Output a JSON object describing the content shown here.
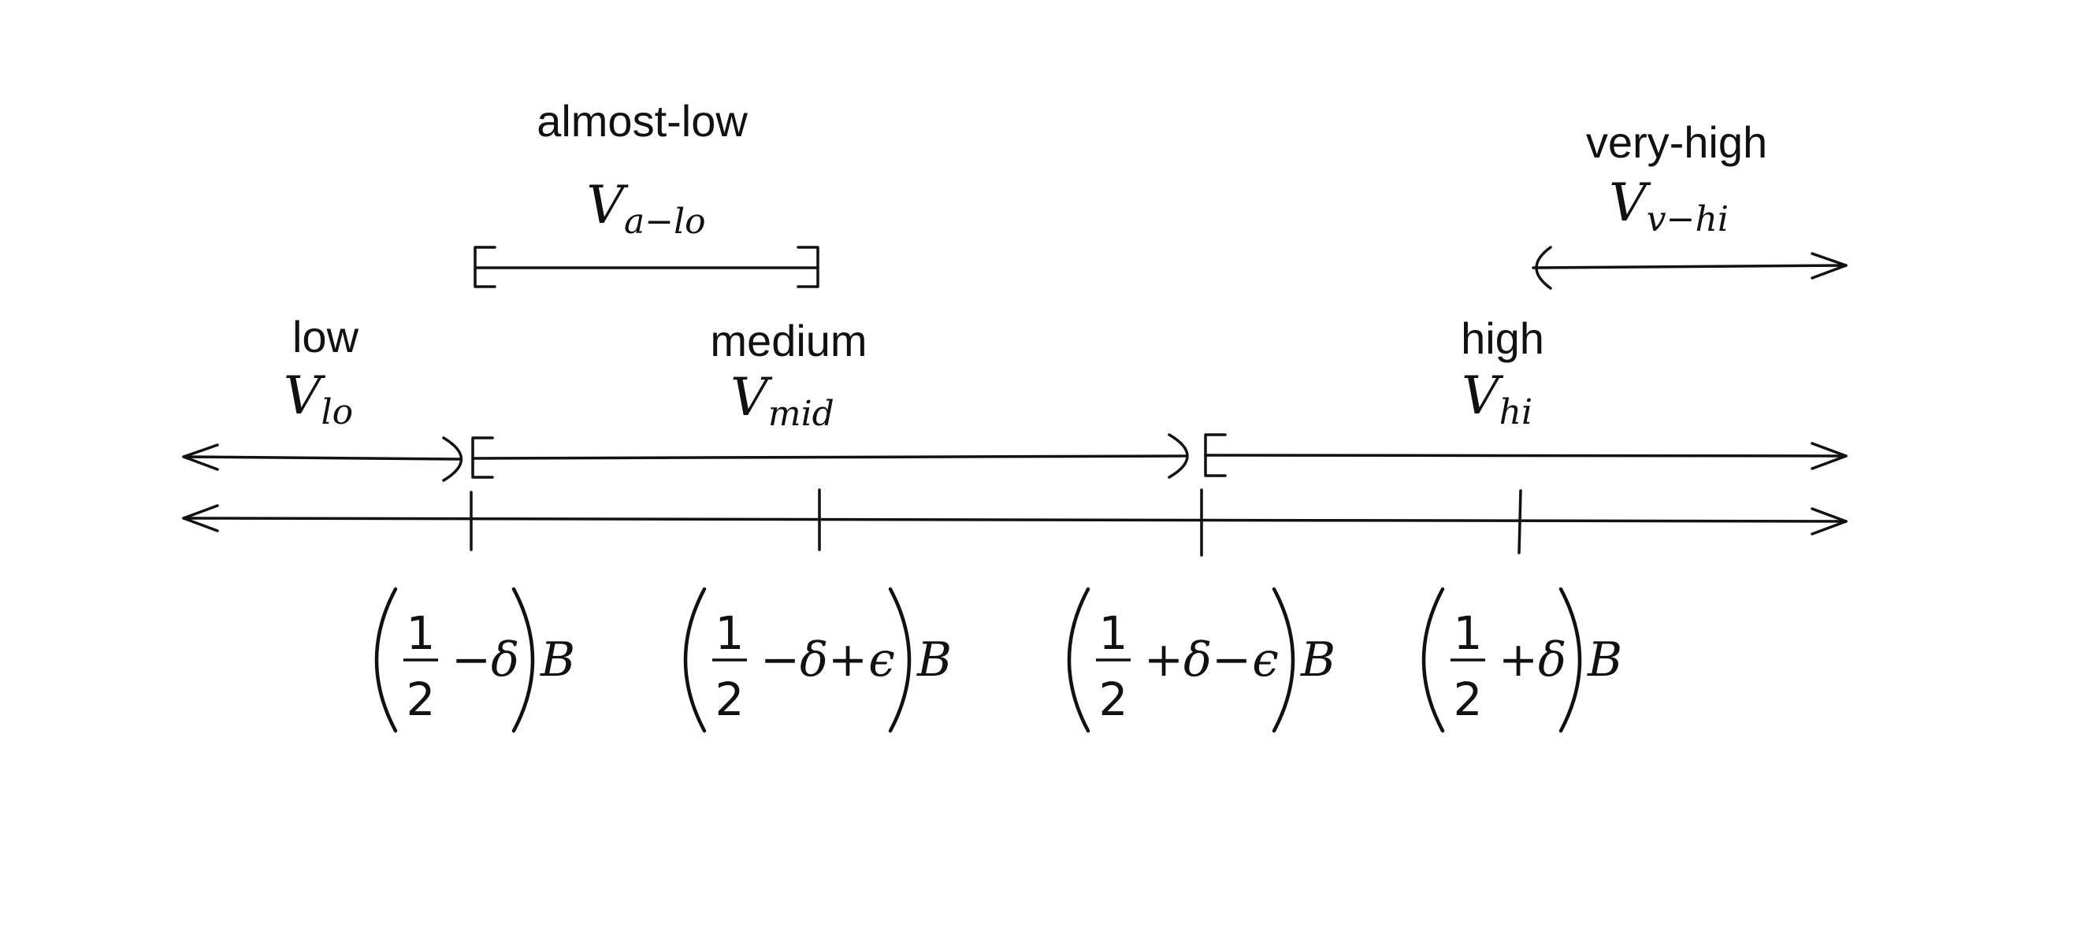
{
  "colors": {
    "ink": "#111111",
    "background": "#ffffff"
  },
  "intervals": {
    "almost_low": {
      "name": "almost-low",
      "symbol": "V",
      "sub": "a−lo"
    },
    "very_high": {
      "name": "very-high",
      "symbol": "V",
      "sub": "v−hi"
    },
    "low": {
      "name": "low",
      "symbol": "V",
      "sub": "lo"
    },
    "medium": {
      "name": "medium",
      "symbol": "V",
      "sub": "mid"
    },
    "high": {
      "name": "high",
      "symbol": "V",
      "sub": "hi"
    }
  },
  "ticks": [
    {
      "num": "1",
      "den": "2",
      "expr": [
        {
          "t": "−",
          "i": false
        },
        {
          "t": "δ",
          "i": true
        }
      ],
      "factor": "B"
    },
    {
      "num": "1",
      "den": "2",
      "expr": [
        {
          "t": "−",
          "i": false
        },
        {
          "t": "δ",
          "i": true
        },
        {
          "t": "+",
          "i": false
        },
        {
          "t": "ϵ",
          "i": true
        }
      ],
      "factor": "B"
    },
    {
      "num": "1",
      "den": "2",
      "expr": [
        {
          "t": "+",
          "i": false
        },
        {
          "t": "δ",
          "i": true
        },
        {
          "t": "−",
          "i": false
        },
        {
          "t": "ϵ",
          "i": true
        }
      ],
      "factor": "B"
    },
    {
      "num": "1",
      "den": "2",
      "expr": [
        {
          "t": "+",
          "i": false
        },
        {
          "t": "δ",
          "i": true
        }
      ],
      "factor": "B"
    }
  ]
}
